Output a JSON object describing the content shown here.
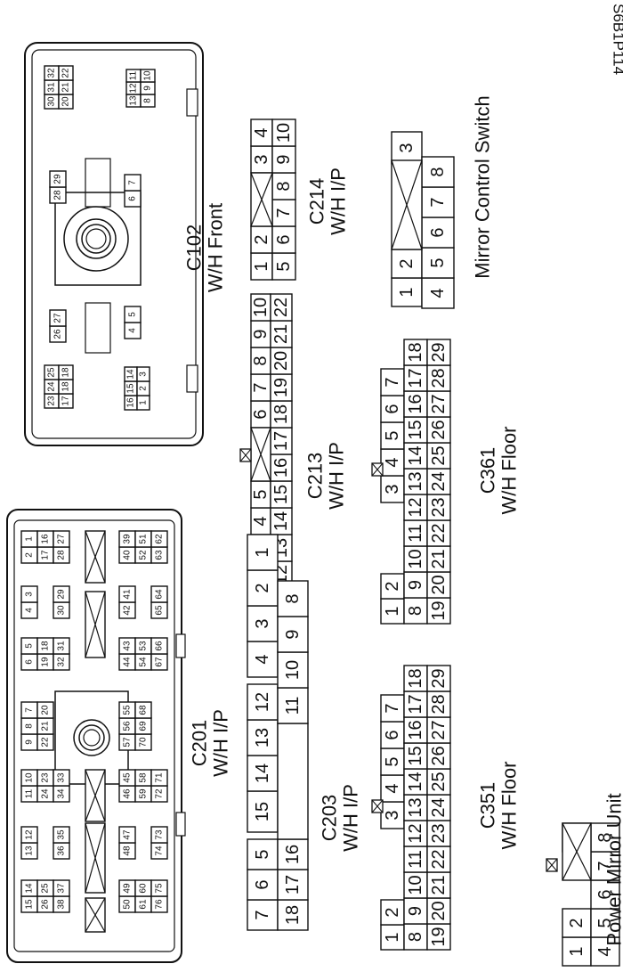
{
  "figure_id": "S6B1P114",
  "connectors": [
    {
      "id": "c102",
      "title": "C102",
      "subtitle": "W/H Front",
      "blocks": [
        {
          "id": "c102-b1",
          "rows": [
            [
              "30",
              "31",
              "32"
            ],
            [
              "20",
              "21",
              "22"
            ]
          ]
        },
        {
          "id": "c102-b2",
          "rows": [
            [
              "13",
              "12",
              "11"
            ],
            [
              "8",
              "9",
              "10"
            ]
          ]
        },
        {
          "id": "c102-b3",
          "rows": [
            [
              "28",
              "29"
            ]
          ]
        },
        {
          "id": "c102-b4",
          "rows": [
            [
              "6",
              "7"
            ]
          ]
        },
        {
          "id": "c102-b5",
          "rows": [
            [
              "26",
              "27"
            ]
          ]
        },
        {
          "id": "c102-b6",
          "rows": [
            [
              "4",
              "5"
            ]
          ]
        },
        {
          "id": "c102-b7",
          "rows": [
            [
              "23",
              "24",
              "25"
            ],
            [
              "17",
              "18",
              "18"
            ]
          ]
        },
        {
          "id": "c102-b8",
          "rows": [
            [
              "16",
              "15",
              "14"
            ],
            [
              "1",
              "2",
              "3"
            ]
          ]
        }
      ]
    },
    {
      "id": "c201",
      "title": "C201",
      "subtitle": "W/H I/P",
      "blocks": [
        {
          "id": "c201-b1",
          "rows": [
            [
              "2",
              "1"
            ],
            [
              "17",
              "16"
            ],
            [
              "28",
              "27"
            ]
          ]
        },
        {
          "id": "c201-b2",
          "rows": [
            [
              "4",
              "3"
            ],
            [
              "30",
              "29"
            ]
          ]
        },
        {
          "id": "c201-b3",
          "rows": [
            [
              "6",
              "5"
            ],
            [
              "19",
              "18"
            ],
            [
              "32",
              "31"
            ]
          ]
        },
        {
          "id": "c201-b4",
          "rows": [
            [
              "9",
              "8",
              "7"
            ],
            [
              "22",
              "21",
              "20"
            ]
          ]
        },
        {
          "id": "c201-b5",
          "rows": [
            [
              "11",
              "10"
            ],
            [
              "24",
              "23"
            ],
            [
              "34",
              "33"
            ]
          ]
        },
        {
          "id": "c201-b6",
          "rows": [
            [
              "13",
              "12"
            ],
            [
              "36",
              "35"
            ]
          ]
        },
        {
          "id": "c201-b7",
          "rows": [
            [
              "15",
              "14"
            ],
            [
              "26",
              "25"
            ],
            [
              "38",
              "37"
            ]
          ]
        },
        {
          "id": "c201-b8",
          "rows": [
            [
              "40",
              "39"
            ],
            [
              "52",
              "51"
            ],
            [
              "63",
              "62"
            ]
          ]
        },
        {
          "id": "c201-b9",
          "rows": [
            [
              "42",
              "41"
            ],
            [
              "65",
              "64"
            ]
          ]
        },
        {
          "id": "c201-b10",
          "rows": [
            [
              "44",
              "43"
            ],
            [
              "54",
              "53"
            ],
            [
              "67",
              "66"
            ]
          ]
        },
        {
          "id": "c201-b11",
          "rows": [
            [
              "57",
              "56",
              "55"
            ],
            [
              "70",
              "69",
              "68"
            ]
          ]
        },
        {
          "id": "c201-b12",
          "rows": [
            [
              "46",
              "45"
            ],
            [
              "59",
              "58"
            ],
            [
              "72",
              "71"
            ]
          ]
        },
        {
          "id": "c201-b13",
          "rows": [
            [
              "48",
              "47"
            ],
            [
              "74",
              "73"
            ]
          ]
        },
        {
          "id": "c201-b14",
          "rows": [
            [
              "50",
              "49"
            ],
            [
              "61",
              "60"
            ],
            [
              "76",
              "75"
            ]
          ]
        }
      ]
    },
    {
      "id": "c213",
      "title": "C213",
      "subtitle": "W/H I/P",
      "rows": [
        [
          "1",
          "2",
          "3",
          "4",
          "5",
          "",
          "6",
          "7",
          "8",
          "9",
          "10"
        ],
        [
          "11",
          "12",
          "13",
          "14",
          "15",
          "16",
          "17",
          "18",
          "19",
          "20",
          "21",
          "22"
        ]
      ]
    },
    {
      "id": "c214",
      "title": "C214",
      "subtitle": "W/H I/P",
      "rows": [
        [
          "1",
          "2",
          "",
          "3",
          "4"
        ],
        [
          "5",
          "6",
          "7",
          "8",
          "9",
          "10"
        ]
      ]
    },
    {
      "id": "mirror-switch",
      "title": "Mirror Control Switch",
      "rows": [
        [
          "1",
          "2",
          "",
          "3"
        ],
        [
          "4",
          "5",
          "6",
          "7",
          "8"
        ]
      ]
    },
    {
      "id": "c203",
      "title": "C203",
      "subtitle": "W/H I/P",
      "rows": [
        [
          "7",
          "6",
          "5",
          "",
          "15",
          "14",
          "13",
          "12",
          "",
          "4",
          "3",
          "2",
          "1"
        ],
        [
          "18",
          "17",
          "16",
          "",
          "",
          "",
          "",
          "",
          "11",
          "10",
          "9",
          "8"
        ]
      ]
    },
    {
      "id": "c361",
      "title": "C361",
      "subtitle": "W/H Floor",
      "rows": [
        [
          "1",
          "2",
          "",
          "3",
          "4",
          "5",
          "6",
          "7"
        ],
        [
          "8",
          "9",
          "10",
          "11",
          "12",
          "13",
          "14",
          "15",
          "16",
          "17",
          "18"
        ],
        [
          "19",
          "20",
          "21",
          "22",
          "23",
          "24",
          "25",
          "26",
          "27",
          "28",
          "29"
        ]
      ]
    },
    {
      "id": "c351",
      "title": "C351",
      "subtitle": "W/H Floor",
      "rows": [
        [
          "1",
          "2",
          "",
          "3",
          "4",
          "5",
          "6",
          "7"
        ],
        [
          "8",
          "9",
          "10",
          "11",
          "12",
          "13",
          "14",
          "15",
          "16",
          "17",
          "18"
        ],
        [
          "19",
          "20",
          "21",
          "22",
          "23",
          "24",
          "25",
          "26",
          "27",
          "28",
          "29"
        ]
      ]
    },
    {
      "id": "power-mirror",
      "title": "Power Mirror Unit",
      "rows": [
        [
          "1",
          "2",
          "",
          "3"
        ],
        [
          "4",
          "5",
          "6",
          "7",
          "8"
        ]
      ]
    }
  ]
}
